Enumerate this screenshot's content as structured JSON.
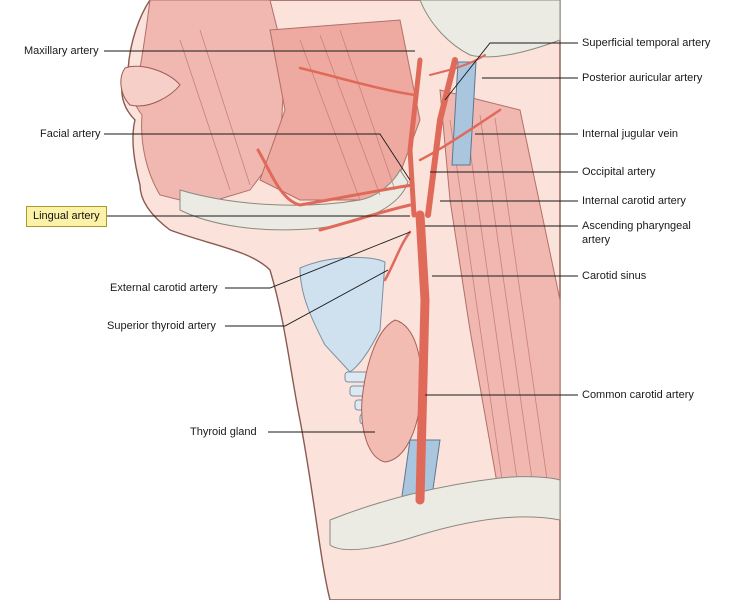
{
  "labels": {
    "maxillary_artery": "Maxillary artery",
    "facial_artery": "Facial artery",
    "lingual_artery": "Lingual artery",
    "external_carotid_artery": "External carotid artery",
    "superior_thyroid_artery": "Superior thyroid artery",
    "thyroid_gland": "Thyroid gland",
    "superficial_temporal_artery": "Superficial temporal artery",
    "posterior_auricular_artery": "Posterior auricular artery",
    "internal_jugular_vein": "Internal jugular vein",
    "occipital_artery": "Occipital artery",
    "internal_carotid_artery": "Internal carotid artery",
    "ascending_pharyngeal_artery_line1": "Ascending pharyngeal",
    "ascending_pharyngeal_artery_line2": "artery",
    "carotid_sinus": "Carotid sinus",
    "common_carotid_artery": "Common carotid artery"
  },
  "highlighted_label": "lingual_artery",
  "colors": {
    "muscle": "#f0b8b0",
    "muscle_dark": "#d98e86",
    "artery": "#e06a5a",
    "vein": "#a9c6de",
    "bone": "#ecebe3",
    "cartilage": "#cfe0ee",
    "skin": "#fbe3db",
    "highlight": "#fbf2a8"
  }
}
